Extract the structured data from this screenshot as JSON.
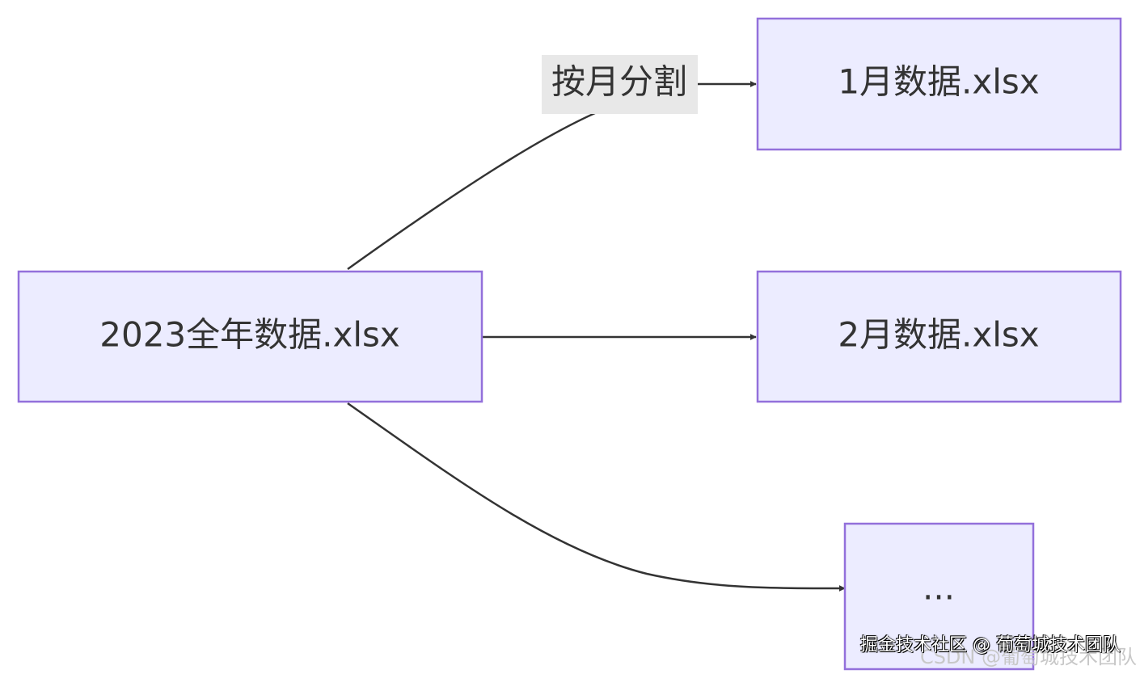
{
  "diagram": {
    "type": "flowchart",
    "direction": "LR",
    "nodes": {
      "source": {
        "label": "2023全年数据.xlsx"
      },
      "jan": {
        "label": "1月数据.xlsx"
      },
      "feb": {
        "label": "2月数据.xlsx"
      },
      "more": {
        "label": "..."
      }
    },
    "edges": [
      {
        "from": "source",
        "to": "jan",
        "label": "按月分割"
      },
      {
        "from": "source",
        "to": "feb",
        "label": ""
      },
      {
        "from": "source",
        "to": "more",
        "label": ""
      }
    ],
    "colors": {
      "node_fill": "#ECECFF",
      "node_stroke": "#9370DB",
      "edge": "#333333",
      "text": "#333333",
      "edge_label_bg": "#e8e8e8"
    }
  },
  "watermarks": {
    "front": "掘金技术社区 @ 葡萄城技术团队",
    "back": "CSDN @葡萄城技术团队"
  }
}
